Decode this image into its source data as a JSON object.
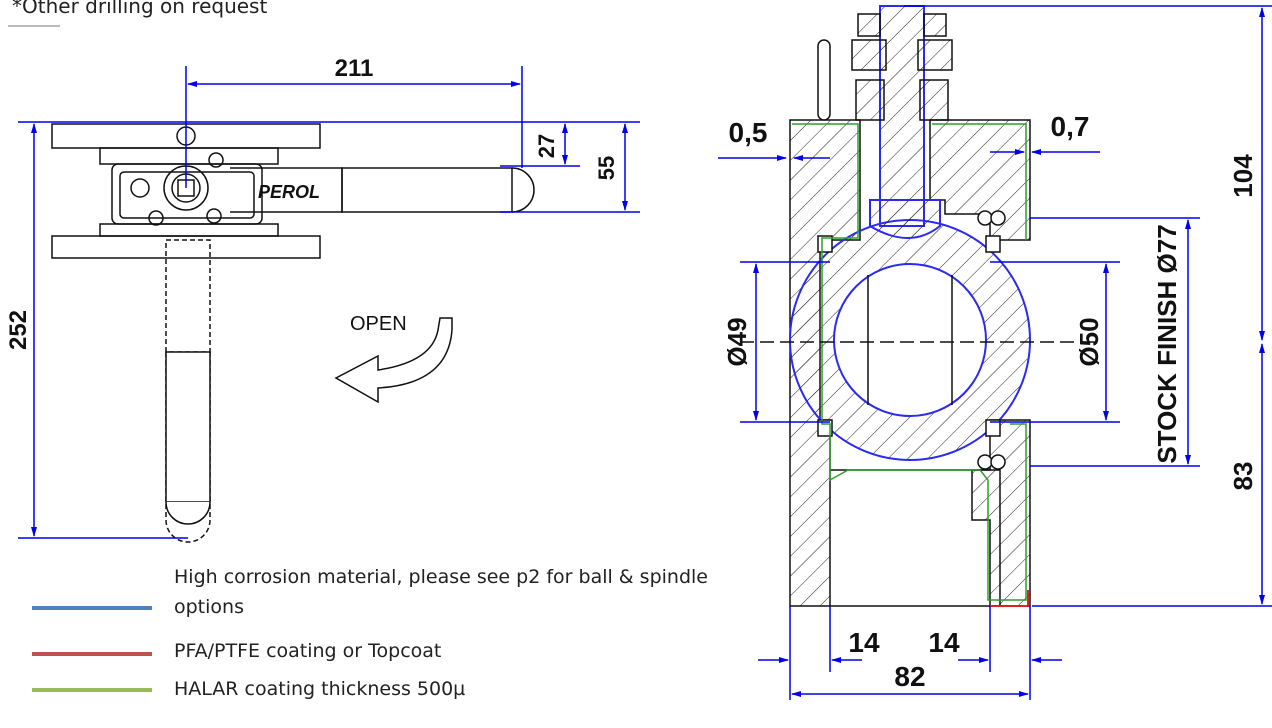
{
  "note": "*Other drilling on request",
  "side_view": {
    "dims": {
      "width_211": "211",
      "height_27": "27",
      "height_55": "55",
      "height_252": "252"
    },
    "open_label": "OPEN",
    "brand": "PEROL"
  },
  "section_view": {
    "dims": {
      "clear_0_5": "0,5",
      "clear_0_7": "0,7",
      "height_104": "104",
      "height_83": "83",
      "bore_49": "Ø49",
      "bore_50": "Ø50",
      "stock_finish": "STOCK FINISH Ø77",
      "width_14_left": "14",
      "width_14_right": "14",
      "width_82": "82"
    }
  },
  "legend": {
    "items": [
      {
        "color": "#4f81bd",
        "label": "High corrosion material, please see p2 for ball & spindle options"
      },
      {
        "color": "#c0504d",
        "label": "PFA/PTFE coating or Topcoat"
      },
      {
        "color": "#9bbb59",
        "label": "HALAR coating thickness 500µ"
      }
    ]
  },
  "colors": {
    "dimension": "#0000ee",
    "linework": "#111111",
    "halar": "#2e9e2e",
    "pfa": "#e02020"
  }
}
